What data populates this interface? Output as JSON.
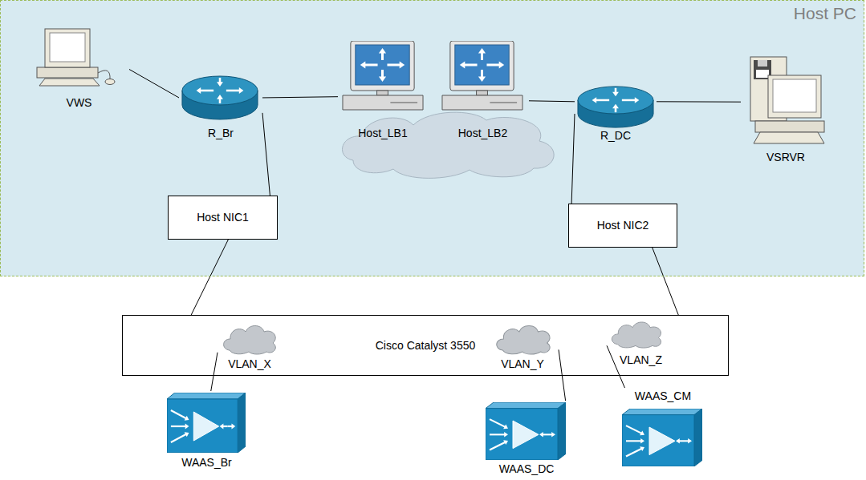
{
  "diagram": {
    "nodes": [
      {
        "text": [
          "Host PC"
        ]
      },
      {
        "text": [
          "VWS"
        ],
        "in": 0
      },
      {
        "text": [
          "R_Br"
        ],
        "in": 0
      },
      {
        "text": [
          "Host_LB1"
        ],
        "in": 0
      },
      {
        "text": [
          "Host_LB2"
        ],
        "in": 0
      },
      {
        "text": [
          "R_DC"
        ],
        "in": 0
      },
      {
        "text": [
          "VSRVR"
        ],
        "in": 0
      },
      {
        "text": [
          "Host NIC1"
        ],
        "in": 0
      },
      {
        "text": [
          "Host NIC2"
        ],
        "in": 0
      },
      {
        "text": [
          "Cisco Catalyst 3550"
        ]
      },
      {
        "text": [
          "VLAN_X"
        ],
        "in": 9
      },
      {
        "text": [
          "VLAN_Y"
        ],
        "in": 9
      },
      {
        "text": [
          "VLAN_Z"
        ],
        "in": 9
      },
      {
        "text": [
          "WAAS_Br"
        ]
      },
      {
        "text": [
          "WAAS_DC"
        ]
      },
      {
        "text": [
          "WAAS_CM"
        ]
      }
    ],
    "edges": [
      {
        "from": 1,
        "to": 2,
        "arrow": "none"
      },
      {
        "from": 2,
        "to": 3,
        "arrow": "none"
      },
      {
        "from": 4,
        "to": 5,
        "arrow": "none"
      },
      {
        "from": 5,
        "to": 6,
        "arrow": "none"
      },
      {
        "from": 2,
        "to": 7,
        "arrow": "none"
      },
      {
        "from": 5,
        "to": 8,
        "arrow": "none"
      },
      {
        "from": 7,
        "to": 9,
        "arrow": "none"
      },
      {
        "from": 8,
        "to": 9,
        "arrow": "none"
      },
      {
        "from": 10,
        "to": 13,
        "arrow": "none"
      },
      {
        "from": 11,
        "to": 14,
        "arrow": "none"
      },
      {
        "from": 12,
        "to": 15,
        "arrow": "none"
      }
    ]
  }
}
